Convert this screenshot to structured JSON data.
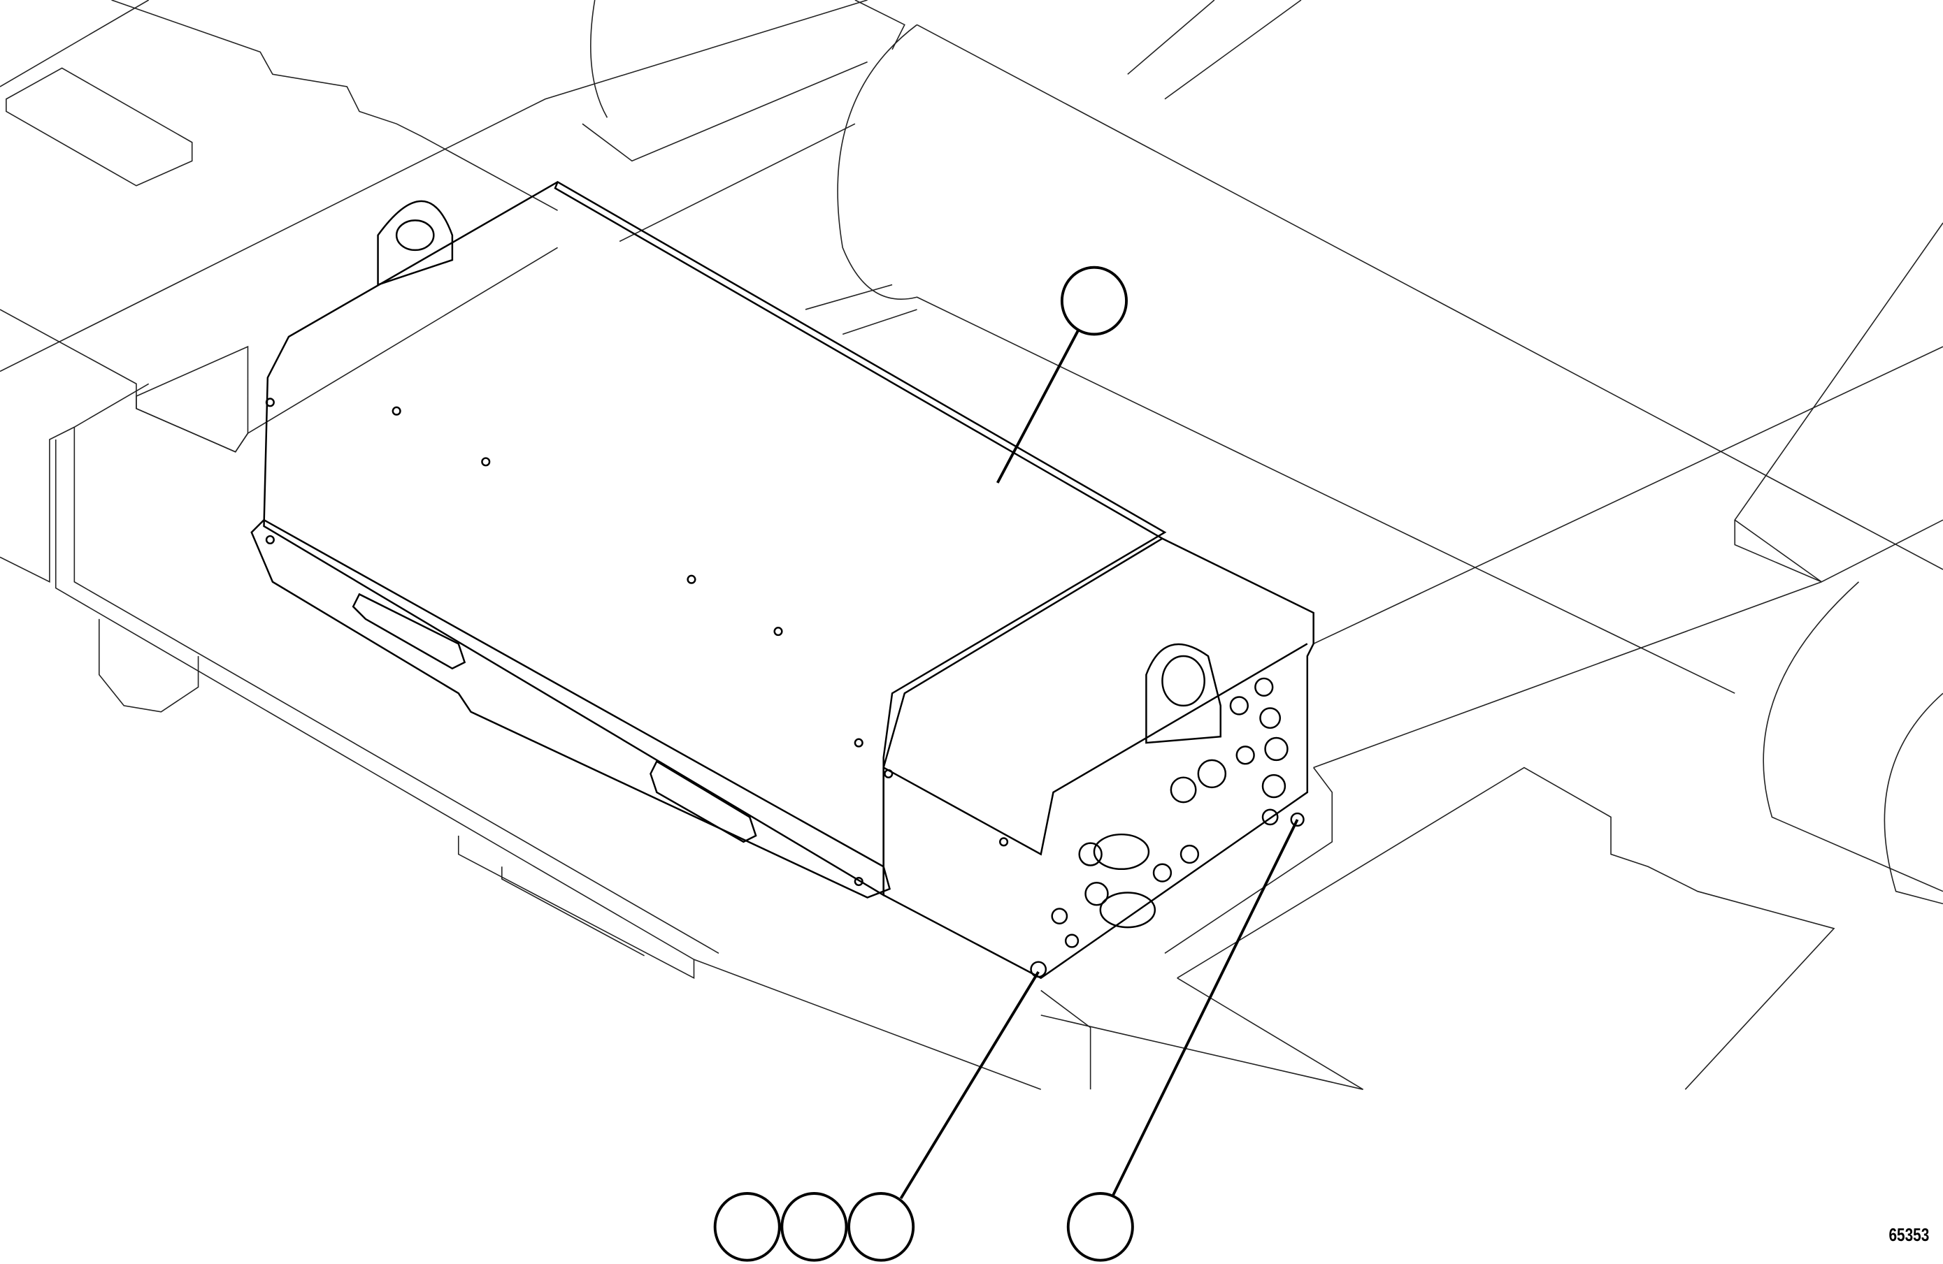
{
  "figure": {
    "number": "65353",
    "callouts": [
      {
        "id": "callout-cover",
        "label": ""
      },
      {
        "id": "callout-bottom-1",
        "label": ""
      },
      {
        "id": "callout-bottom-2",
        "label": ""
      },
      {
        "id": "callout-bottom-3",
        "label": ""
      },
      {
        "id": "callout-bolt-right",
        "label": ""
      }
    ]
  }
}
